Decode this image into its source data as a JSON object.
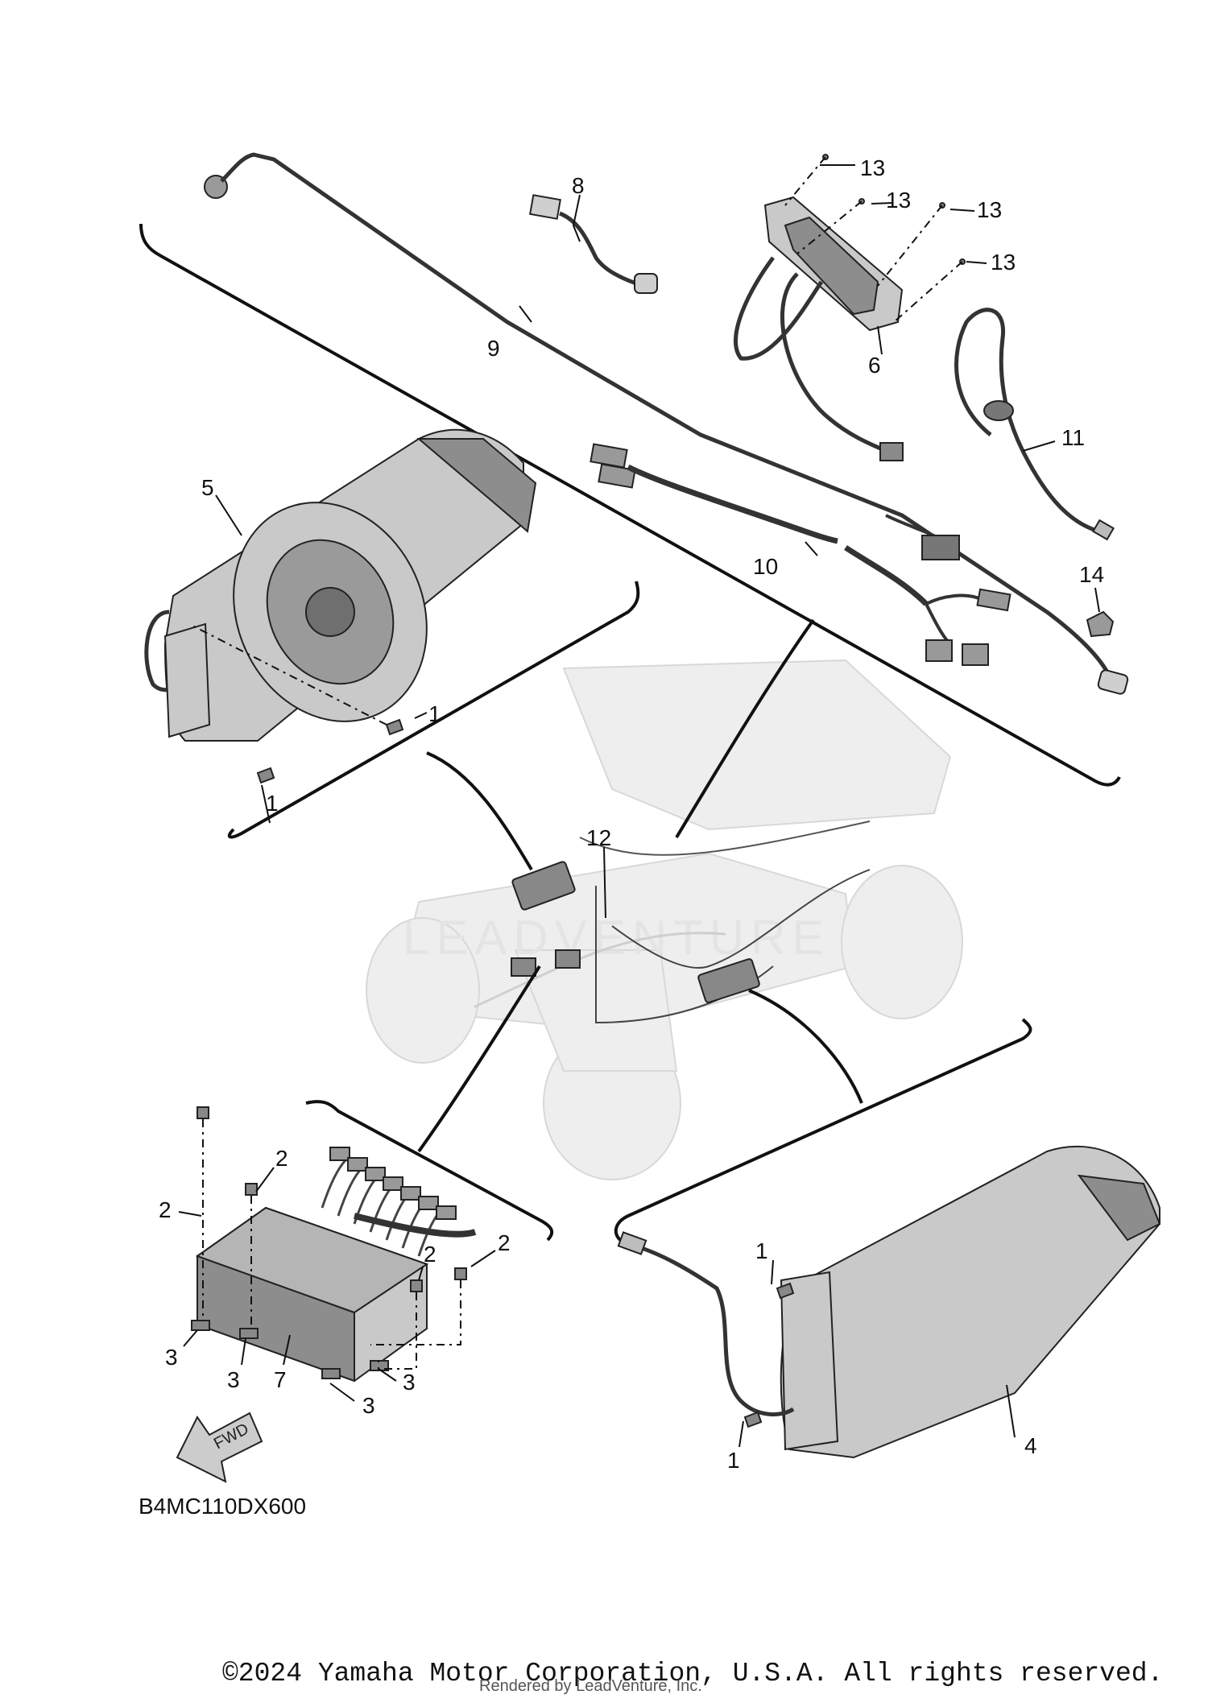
{
  "diagram": {
    "reference_code": "B4MC110DX600",
    "fwd_label": "FWD",
    "callouts": {
      "c1a": "1",
      "c1b": "1",
      "c1c": "1",
      "c1d": "1",
      "c2a": "2",
      "c2b": "2",
      "c2c": "2",
      "c2d": "2",
      "c3a": "3",
      "c3b": "3",
      "c3c": "3",
      "c3d": "3",
      "c4": "4",
      "c5": "5",
      "c6": "6",
      "c7": "7",
      "c8": "8",
      "c9": "9",
      "c10": "10",
      "c11": "11",
      "c12": "12",
      "c13a": "13",
      "c13b": "13",
      "c13c": "13",
      "c13d": "13",
      "c14": "14"
    },
    "watermark_text": "LEADVENTURE"
  },
  "footer": {
    "copyright": "©2024 Yamaha Motor Corporation, U.S.A. All rights reserved.",
    "render_credit": "Rendered by LeadVenture, Inc."
  }
}
